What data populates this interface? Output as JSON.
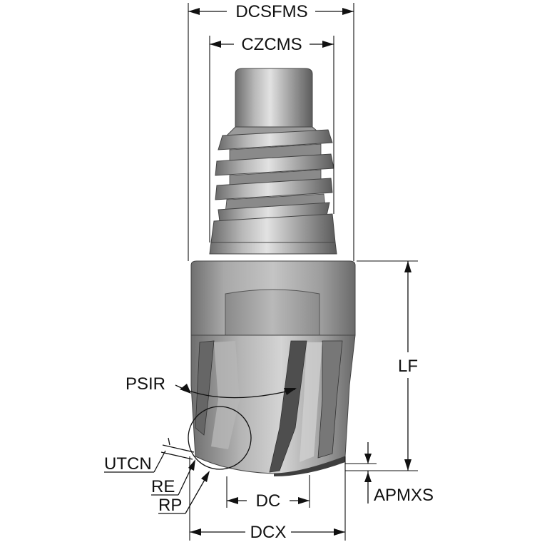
{
  "labels": {
    "dcsfms": "DCSFMS",
    "czcms": "CZCMS",
    "lf": "LF",
    "psir": "PSIR",
    "utcn": "UTCN",
    "re": "RE",
    "rp": "RP",
    "dc": "DC",
    "apmxs": "APMXS",
    "dcx": "DCX"
  },
  "colors": {
    "metal_light": "#c9c9c9",
    "metal_mid": "#9a9a9a",
    "metal_dark": "#5a5a5a",
    "line": "#111111"
  }
}
